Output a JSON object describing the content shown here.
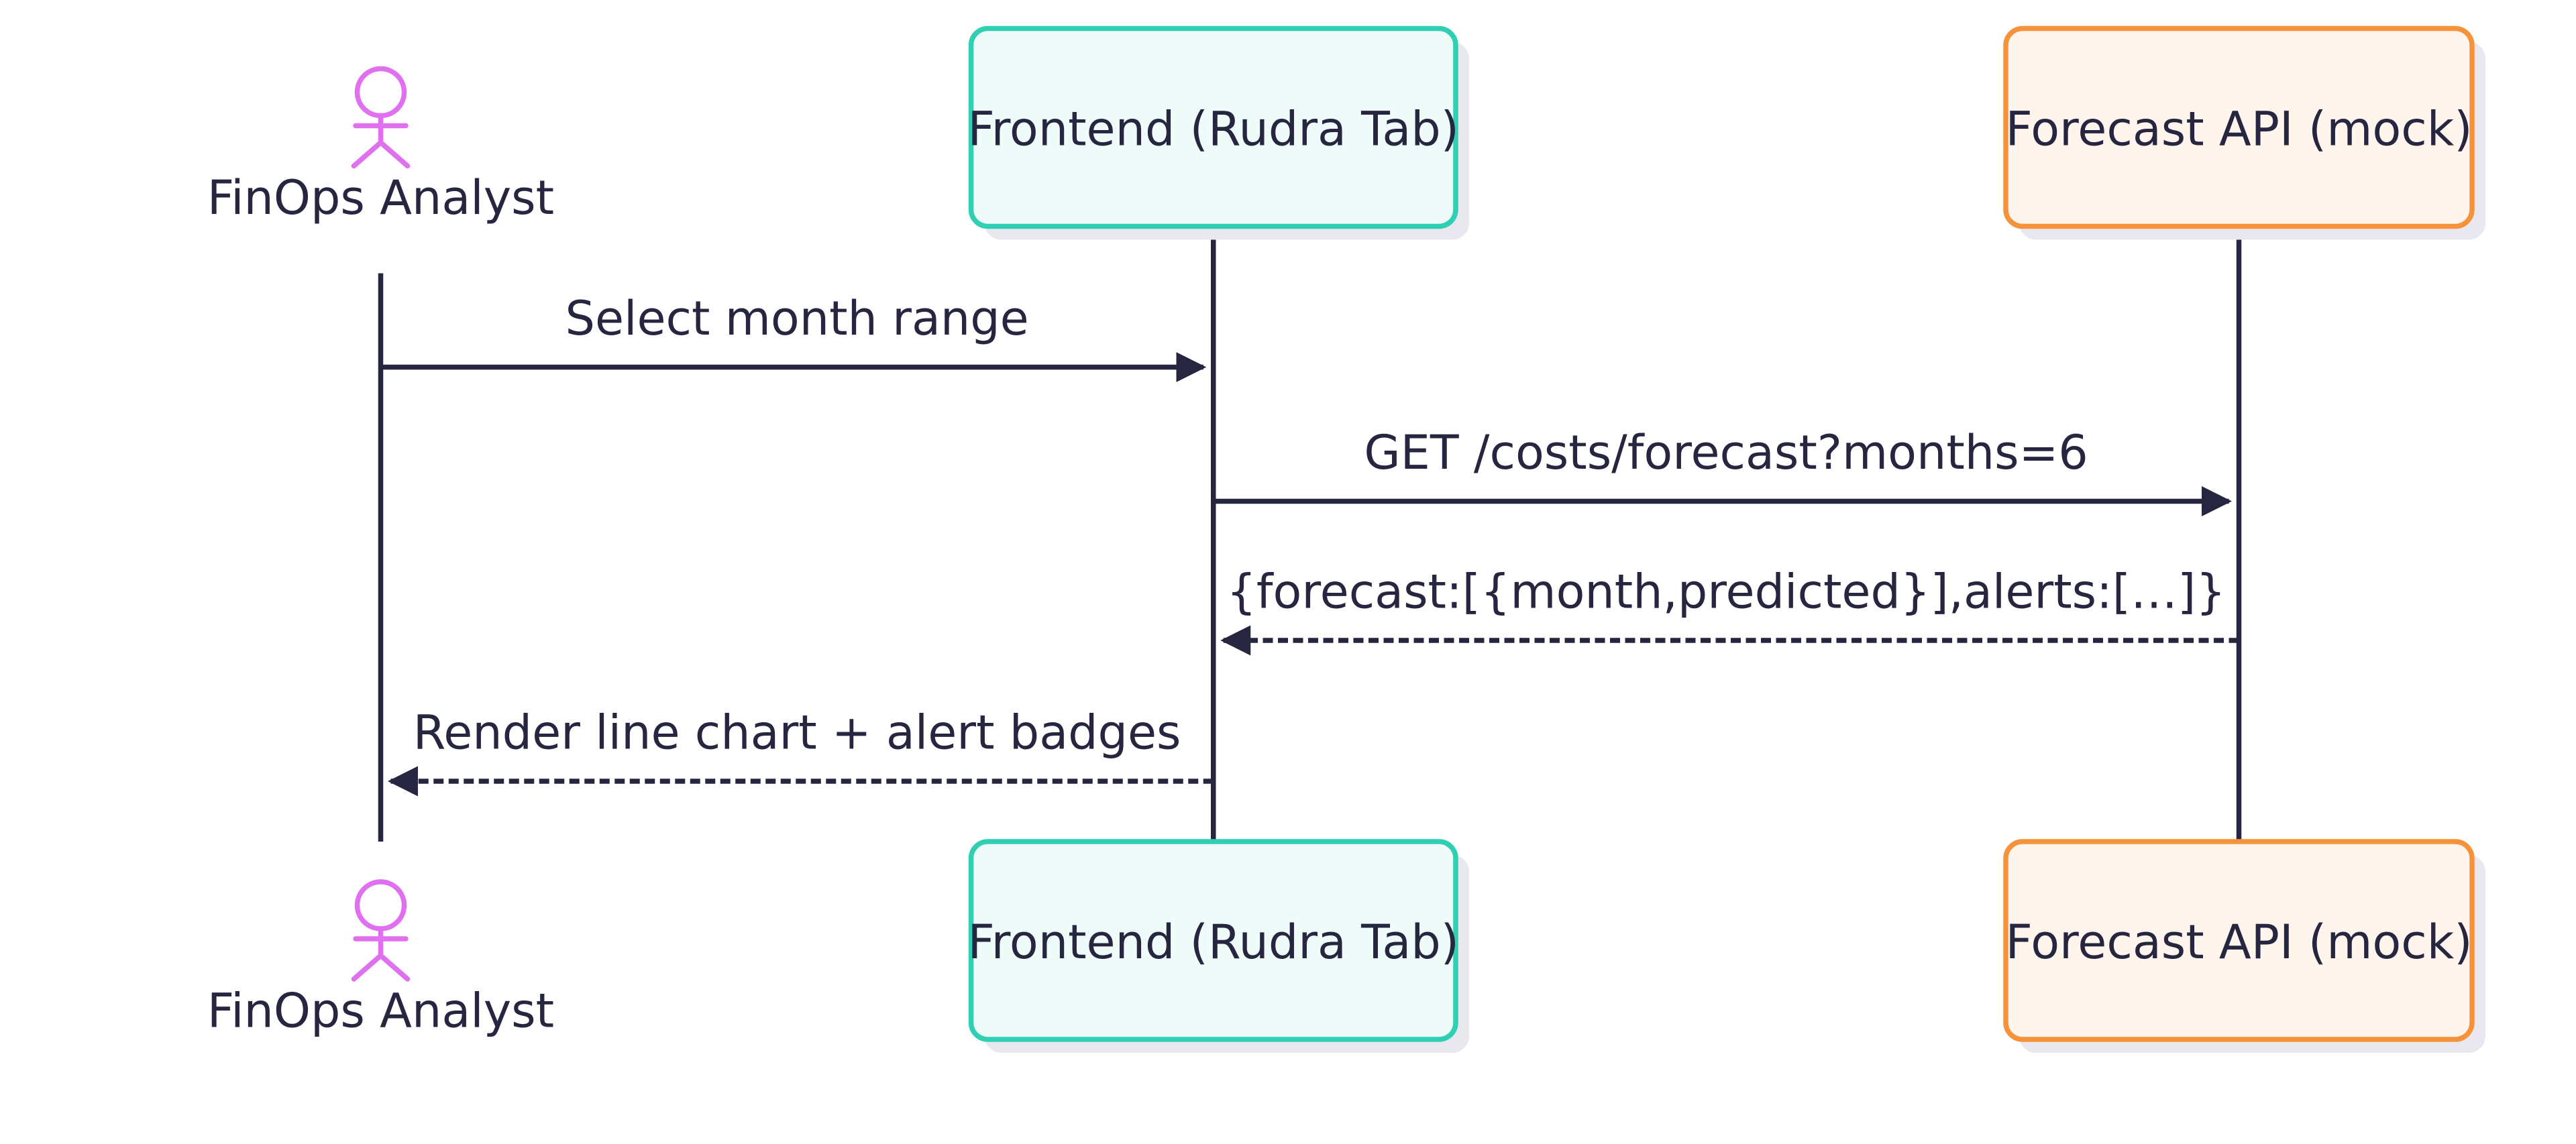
{
  "diagram": {
    "type": "sequence",
    "participants": [
      {
        "id": "analyst",
        "kind": "actor",
        "label": "FinOps Analyst",
        "stroke": "#e070ef"
      },
      {
        "id": "frontend",
        "kind": "box",
        "label": "Frontend (Rudra Tab)",
        "fill": "#eefbf8",
        "stroke": "#2fcfb4"
      },
      {
        "id": "api",
        "kind": "box",
        "label": "Forecast API (mock)",
        "fill": "#fff5ec",
        "stroke": "#f6933a"
      }
    ],
    "messages": [
      {
        "from": "analyst",
        "to": "frontend",
        "label": "Select month range",
        "style": "solid"
      },
      {
        "from": "frontend",
        "to": "api",
        "label": "GET /costs/forecast?months=6",
        "style": "solid"
      },
      {
        "from": "api",
        "to": "frontend",
        "label": "{forecast:[{month,predicted}],alerts:[…]}",
        "style": "dashed"
      },
      {
        "from": "frontend",
        "to": "analyst",
        "label": "Render line chart + alert badges",
        "style": "dashed"
      }
    ],
    "colors": {
      "line": "#262640",
      "text": "#262640",
      "shadow": "#e8e8ee",
      "background": "#ffffff"
    }
  }
}
